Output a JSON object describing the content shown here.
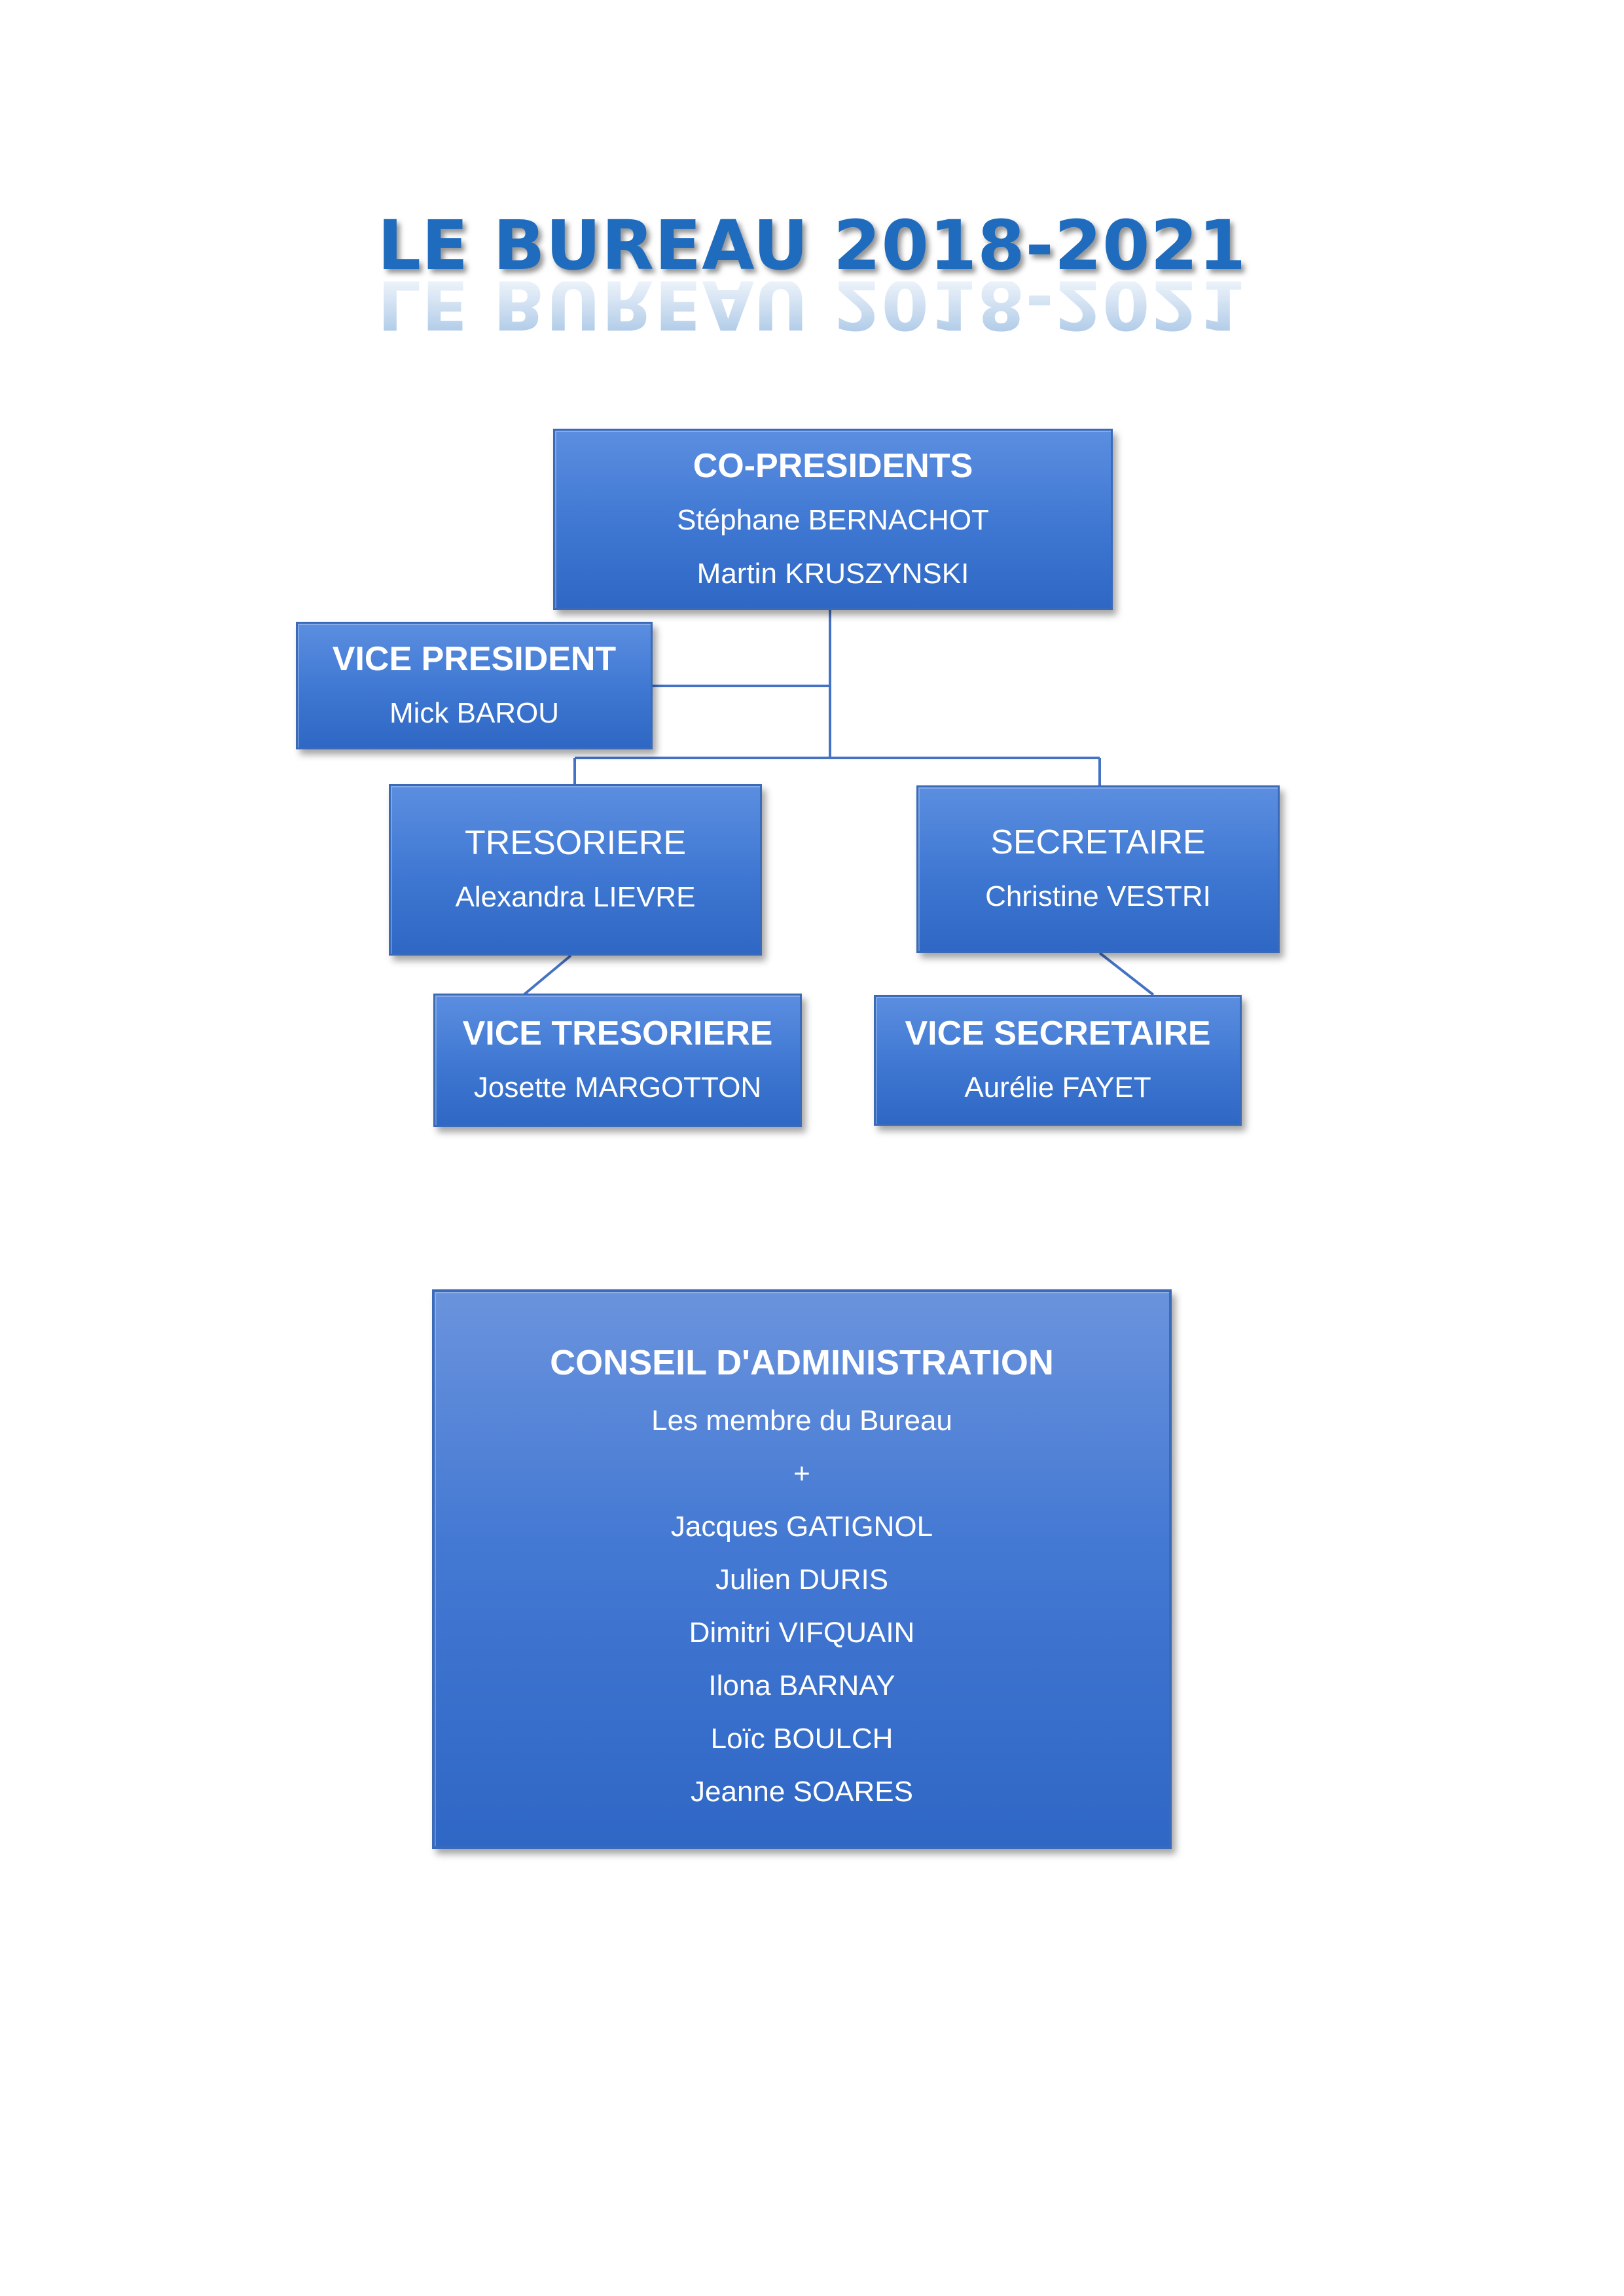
{
  "title": "LE BUREAU 2018-2021",
  "org_chart": {
    "co_presidents": {
      "role": "CO-PRESIDENTS",
      "names": [
        "Stéphane BERNACHOT",
        "Martin KRUSZYNSKI"
      ]
    },
    "vice_president": {
      "role": "VICE PRESIDENT",
      "name": "Mick BAROU"
    },
    "tresoriere": {
      "role": "TRESORIERE",
      "name": "Alexandra LIEVRE"
    },
    "secretaire": {
      "role": "SECRETAIRE",
      "name": "Christine VESTRI"
    },
    "vice_tresoriere": {
      "role": "VICE TRESORIERE",
      "name": "Josette MARGOTTON"
    },
    "vice_secretaire": {
      "role": "VICE SECRETAIRE",
      "name": "Aurélie FAYET"
    }
  },
  "council": {
    "title": "CONSEIL D'ADMINISTRATION",
    "intro": "Les membre du Bureau",
    "plus": "+",
    "members": [
      "Jacques GATIGNOL",
      "Julien DURIS",
      "Dimitri VIFQUAIN",
      "Ilona BARNAY",
      "Loïc BOULCH",
      "Jeanne SOARES"
    ]
  },
  "colors": {
    "title": "#1f6bbd",
    "box": "#4479d3",
    "connector": "#4472c4"
  }
}
